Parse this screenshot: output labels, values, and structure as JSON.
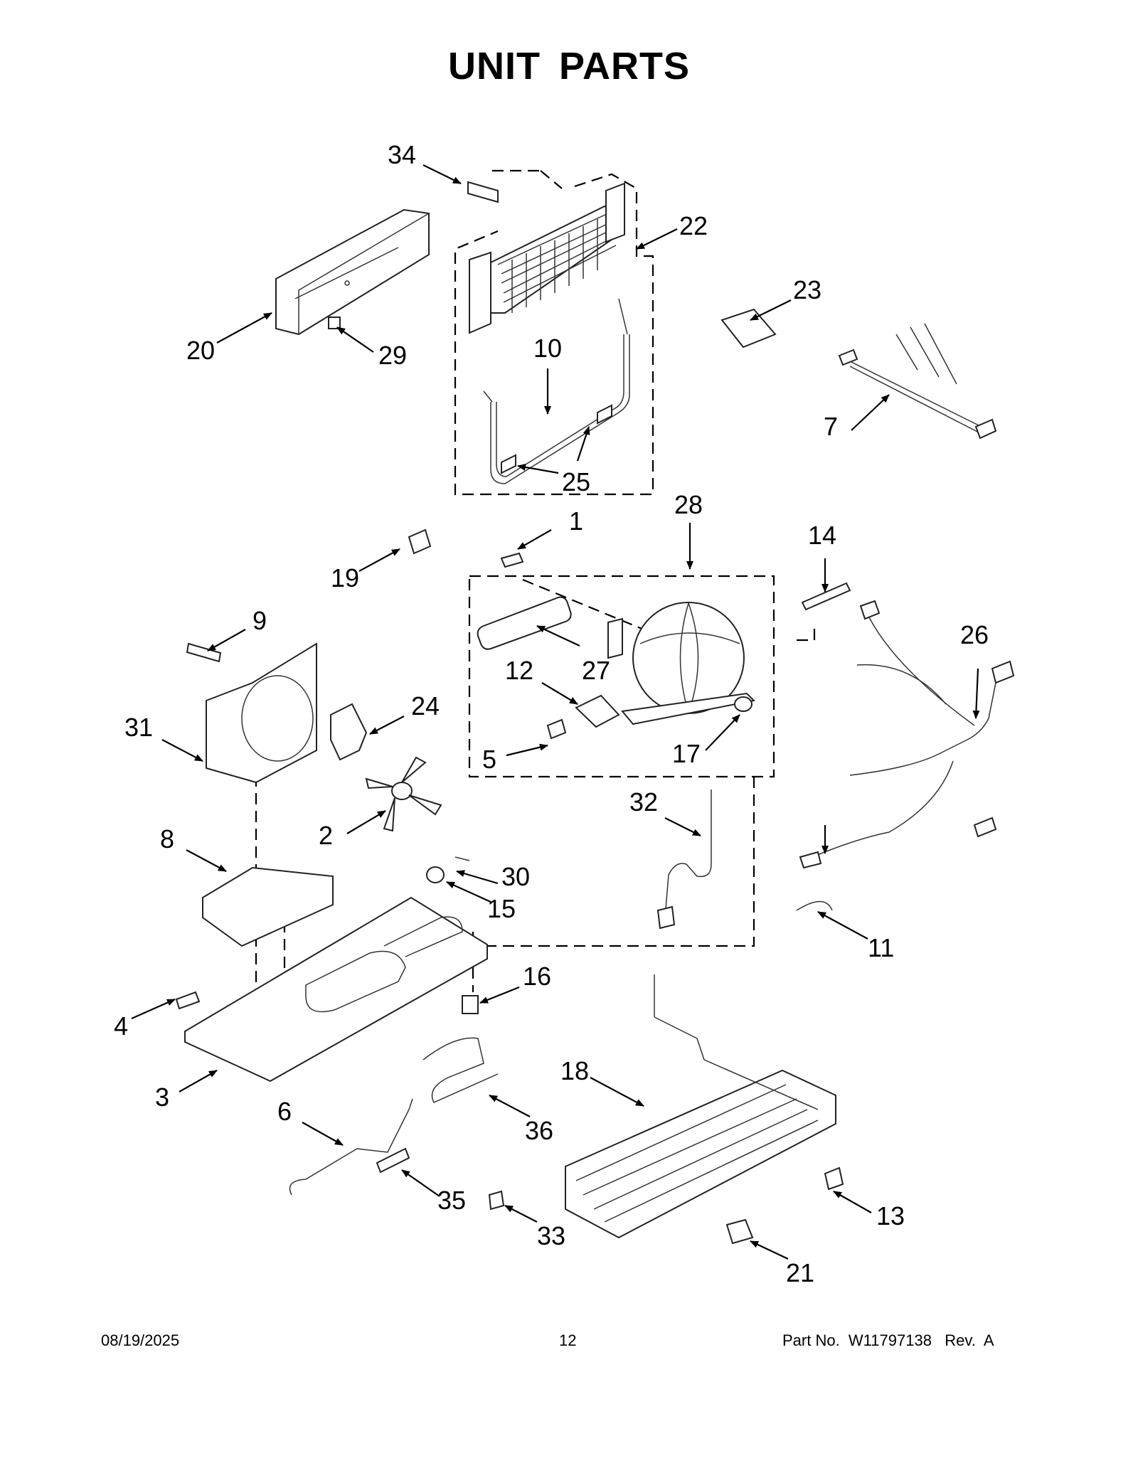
{
  "title": "UNIT  PARTS",
  "callouts": [
    "1",
    "2",
    "3",
    "4",
    "5",
    "6",
    "7",
    "8",
    "9",
    "10",
    "11",
    "12",
    "13",
    "14",
    "15",
    "16",
    "17",
    "18",
    "19",
    "20",
    "21",
    "22",
    "23",
    "24",
    "25",
    "26",
    "27",
    "28",
    "29",
    "30",
    "31",
    "32",
    "33",
    "34",
    "35",
    "36"
  ],
  "footer": {
    "date": "08/19/2025",
    "page": "12",
    "part_number": "Part No.  W11797138   Rev.  A"
  }
}
